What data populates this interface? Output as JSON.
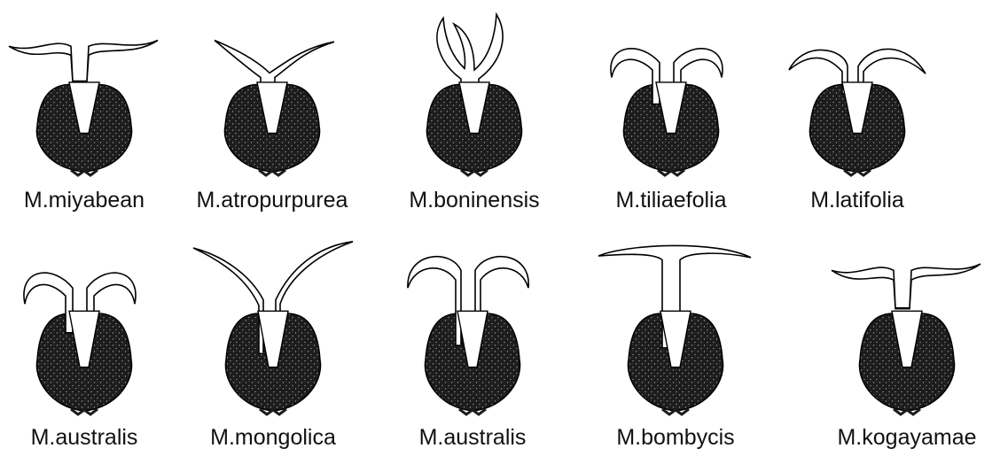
{
  "figure": {
    "rows": [
      {
        "specimens": [
          {
            "label": "M.miyabean",
            "style_shape": "wavy-t"
          },
          {
            "label": "M.atropurpurea",
            "style_shape": "y-fork"
          },
          {
            "label": "M.boninensis",
            "style_shape": "upright-horns"
          },
          {
            "label": "M.tiliaefolia",
            "style_shape": "arch"
          },
          {
            "label": "M.latifolia",
            "style_shape": "wide-arch"
          }
        ]
      },
      {
        "specimens": [
          {
            "label": "M.australis",
            "style_shape": "arch"
          },
          {
            "label": "M.mongolica",
            "style_shape": "tall-y"
          },
          {
            "label": "M.australis",
            "style_shape": "tall-arch"
          },
          {
            "label": "M.bombycis",
            "style_shape": "tall-t"
          },
          {
            "label": "M.kogayamae",
            "style_shape": "wavy-t"
          }
        ]
      }
    ],
    "colors": {
      "ovary_fill": "#1c1c1c",
      "outline": "#000000",
      "background": "#ffffff"
    }
  }
}
